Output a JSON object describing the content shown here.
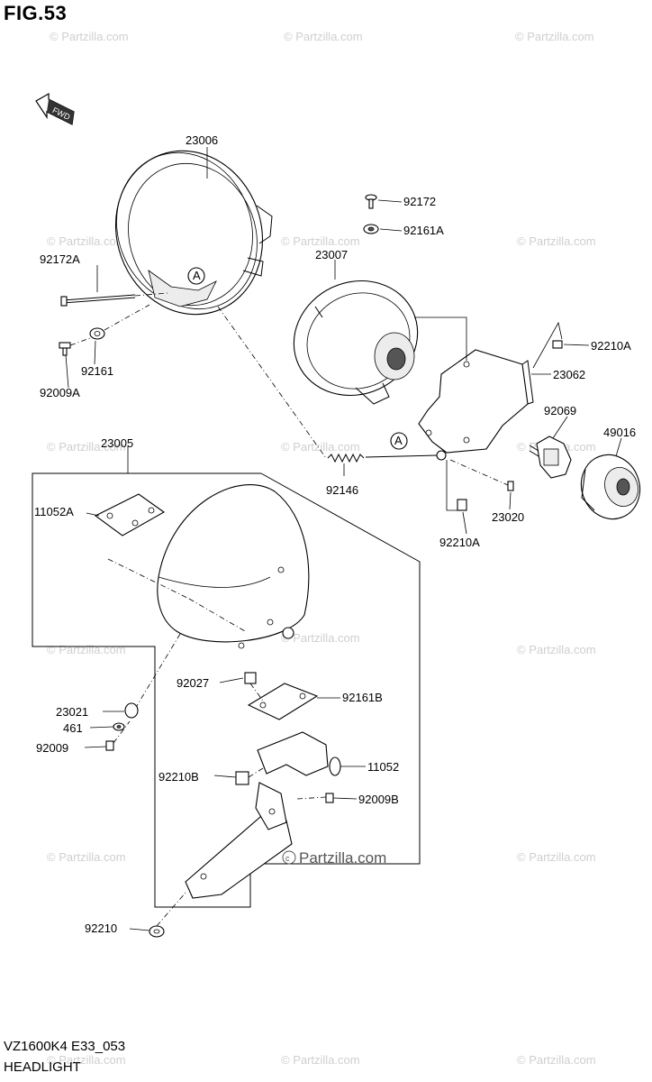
{
  "figure": {
    "title": "FIG.53",
    "code": "VZ1600K4 E33_053",
    "name": "HEADLIGHT",
    "fwd": "FWD"
  },
  "watermark": {
    "text": "© Partzilla.com",
    "overlay": "Partzilla.com"
  },
  "callouts": {
    "ref_a": "A"
  },
  "parts": {
    "p23006": "23006",
    "p92172A": "92172A",
    "p92161": "92161",
    "p92009A": "92009A",
    "p92172": "92172",
    "p92161A": "92161A",
    "p23007": "23007",
    "p92210A_top": "92210A",
    "p23062": "23062",
    "p92069": "92069",
    "p49016": "49016",
    "p92146": "92146",
    "p23020": "23020",
    "p92210A_bottom": "92210A",
    "p23005": "23005",
    "p11052A": "11052A",
    "p92027": "92027",
    "p92161B": "92161B",
    "p23021": "23021",
    "p461": "461",
    "p92009": "92009",
    "p11052": "11052",
    "p92210B": "92210B",
    "p92009B": "92009B",
    "p92210": "92210"
  },
  "colors": {
    "line": "#000000",
    "watermark": "#cfcfcf",
    "background": "#ffffff"
  }
}
